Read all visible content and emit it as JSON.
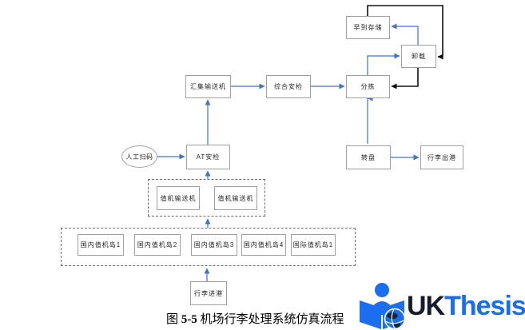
{
  "flowchart": {
    "nodes": [
      {
        "id": "early-storage",
        "label": "早到存储"
      },
      {
        "id": "unload",
        "label": "卸载"
      },
      {
        "id": "collect-conveyor",
        "label": "汇集输送机"
      },
      {
        "id": "integrated-security",
        "label": "综合安检"
      },
      {
        "id": "sorting",
        "label": "分拣"
      },
      {
        "id": "manual-scan",
        "label": "人工扫码"
      },
      {
        "id": "at-security",
        "label": "AT安检"
      },
      {
        "id": "carousel",
        "label": "转盘"
      },
      {
        "id": "baggage-departure",
        "label": "行李出港"
      },
      {
        "id": "checkin-conveyor-1",
        "label": "值机输送机"
      },
      {
        "id": "checkin-conveyor-2",
        "label": "值机输送机"
      },
      {
        "id": "domestic-island-1",
        "label": "国内值机岛1"
      },
      {
        "id": "domestic-island-2",
        "label": "国内值机岛2"
      },
      {
        "id": "domestic-island-3",
        "label": "国内值机岛3"
      },
      {
        "id": "domestic-island-4",
        "label": "国内值机岛4"
      },
      {
        "id": "international-island-1",
        "label": "国际值机岛1"
      },
      {
        "id": "baggage-arrival",
        "label": "行李进港"
      }
    ],
    "edges": [
      {
        "from": "manual-scan",
        "to": "at-security",
        "color": "blue"
      },
      {
        "from": "at-security",
        "to": "collect-conveyor",
        "color": "blue"
      },
      {
        "from": "collect-conveyor",
        "to": "integrated-security",
        "color": "blue"
      },
      {
        "from": "integrated-security",
        "to": "sorting",
        "color": "blue"
      },
      {
        "from": "sorting",
        "to": "unload",
        "color": "blue"
      },
      {
        "from": "unload",
        "to": "early-storage",
        "color": "blue"
      },
      {
        "from": "early-storage",
        "to": "unload",
        "color": "black"
      },
      {
        "from": "unload",
        "to": "sorting",
        "color": "black"
      },
      {
        "from": "sorting",
        "to": "carousel",
        "color": "blue"
      },
      {
        "from": "carousel",
        "to": "baggage-departure",
        "color": "blue"
      },
      {
        "from": "checkin-conveyor-group",
        "to": "at-security",
        "color": "blue"
      },
      {
        "from": "checkin-island-group",
        "to": "checkin-conveyor-group",
        "color": "blue"
      },
      {
        "from": "baggage-arrival",
        "to": "checkin-island-group",
        "color": "blue"
      }
    ],
    "colors": {
      "arrow_blue": "#4472c4",
      "arrow_black": "#111111",
      "box_border": "#a0a0a0",
      "dashed_border": "#6f6f6f"
    }
  },
  "caption": {
    "prefix": "图 ",
    "number": "5-5",
    "text": " 机场行李处理系统仿真流程"
  },
  "logo": {
    "uk": "UK",
    "thesis": "Thesis",
    "icon": "reader-book-globe-icon",
    "colors": {
      "dark": "#181b2c",
      "blue": "#1a6df0",
      "icon_blue": "#1b6ef0"
    }
  }
}
